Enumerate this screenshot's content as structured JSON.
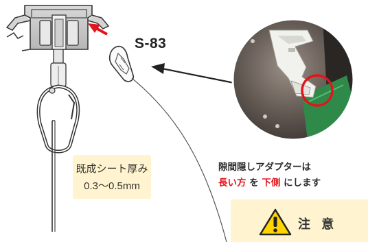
{
  "model": "S-83",
  "thickness": {
    "line1": "既成シート厚み",
    "line2": "0.3〜0.5mm"
  },
  "note": {
    "line1": "隙間隠しアダプターは",
    "line2_red_a": "長い方",
    "line2_mid": " を ",
    "line2_red_b": "下側",
    "line2_end": " にします"
  },
  "caution": {
    "label": "注 意",
    "icon": "warning-triangle-icon"
  },
  "colors": {
    "accent_red": "#e0161c",
    "highlight_bg": "#fff4cf",
    "caution_yellow": "#ffd400"
  }
}
